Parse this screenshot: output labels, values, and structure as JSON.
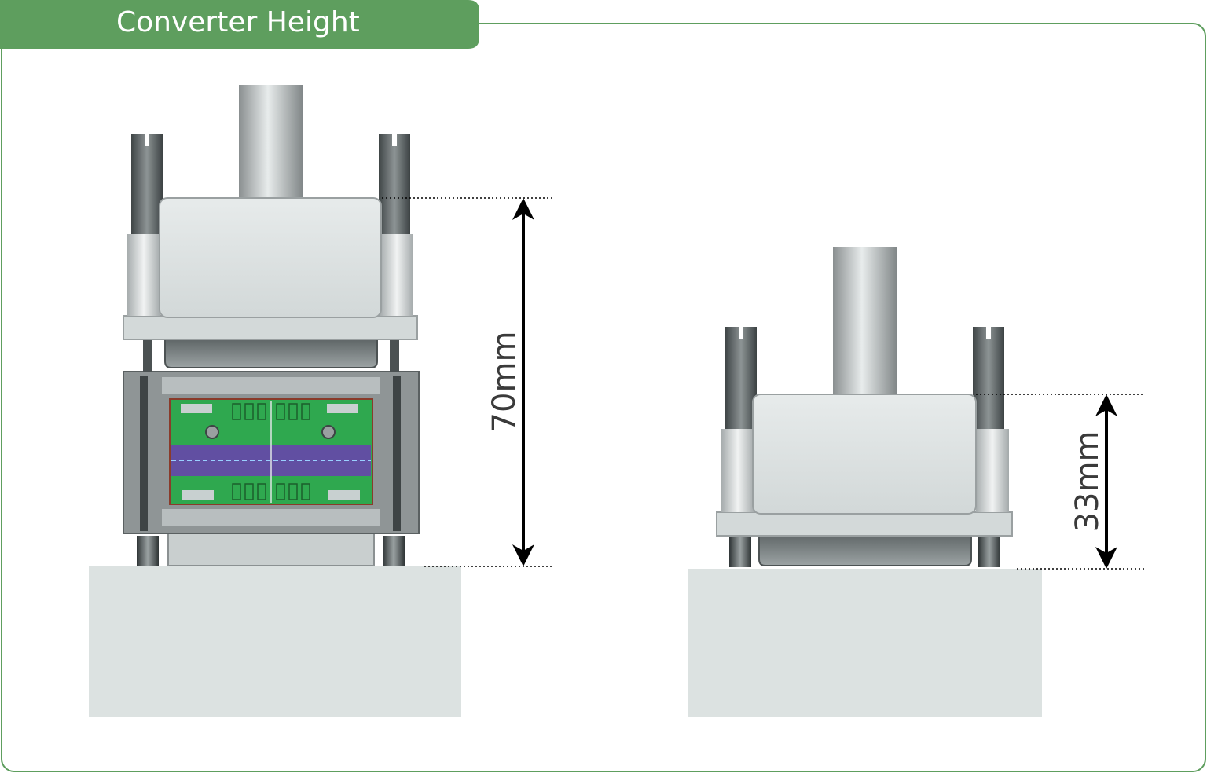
{
  "header": {
    "title": "Converter Height"
  },
  "colors": {
    "frame_green": "#5e9e5e",
    "base_gray": "#dce2e1",
    "body_light": "#d9dfdf",
    "pcb_green": "#2fa84f",
    "dimension_line": "#000000"
  },
  "left_assembly": {
    "dimension_label": "70mm"
  },
  "right_assembly": {
    "dimension_label": "33mm"
  }
}
